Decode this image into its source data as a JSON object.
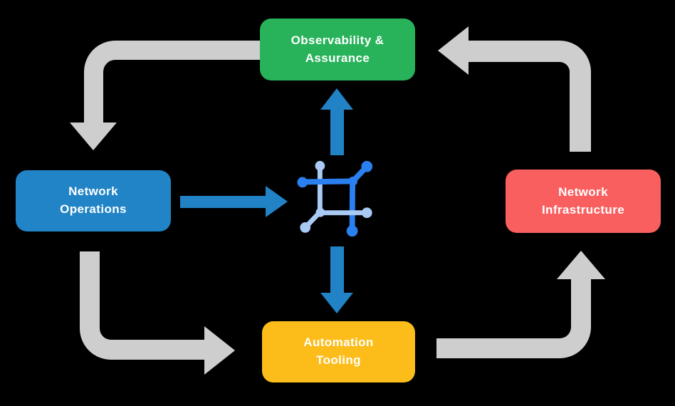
{
  "diagram": {
    "background": "#000000",
    "nodes": {
      "observability": {
        "label_line1": "Observability &",
        "label_line2": "Assurance",
        "color": "#28b35b"
      },
      "operations": {
        "label_line1": "Network",
        "label_line2": "Operations",
        "color": "#2184c6"
      },
      "infrastructure": {
        "label_line1": "Network",
        "label_line2": "Infrastructure",
        "color": "#fa5f5f"
      },
      "automation": {
        "label_line1": "Automation",
        "label_line2": "Tooling",
        "color": "#fcbd1a"
      }
    },
    "center_icon": "network-mesh-icon",
    "edges": {
      "gray_cycle": [
        {
          "from": "observability",
          "to": "operations"
        },
        {
          "from": "operations",
          "to": "automation"
        },
        {
          "from": "automation",
          "to": "infrastructure"
        },
        {
          "from": "infrastructure",
          "to": "observability"
        }
      ],
      "blue": [
        {
          "from": "operations",
          "to": "center-icon"
        },
        {
          "from": "center-icon",
          "to": "observability"
        },
        {
          "from": "center-icon",
          "to": "automation"
        }
      ]
    },
    "colors": {
      "arrow_gray": "#cecece",
      "arrow_blue": "#2183c5",
      "icon_blue_dark": "#2b80f0",
      "icon_blue_light": "#a9caf4"
    }
  }
}
